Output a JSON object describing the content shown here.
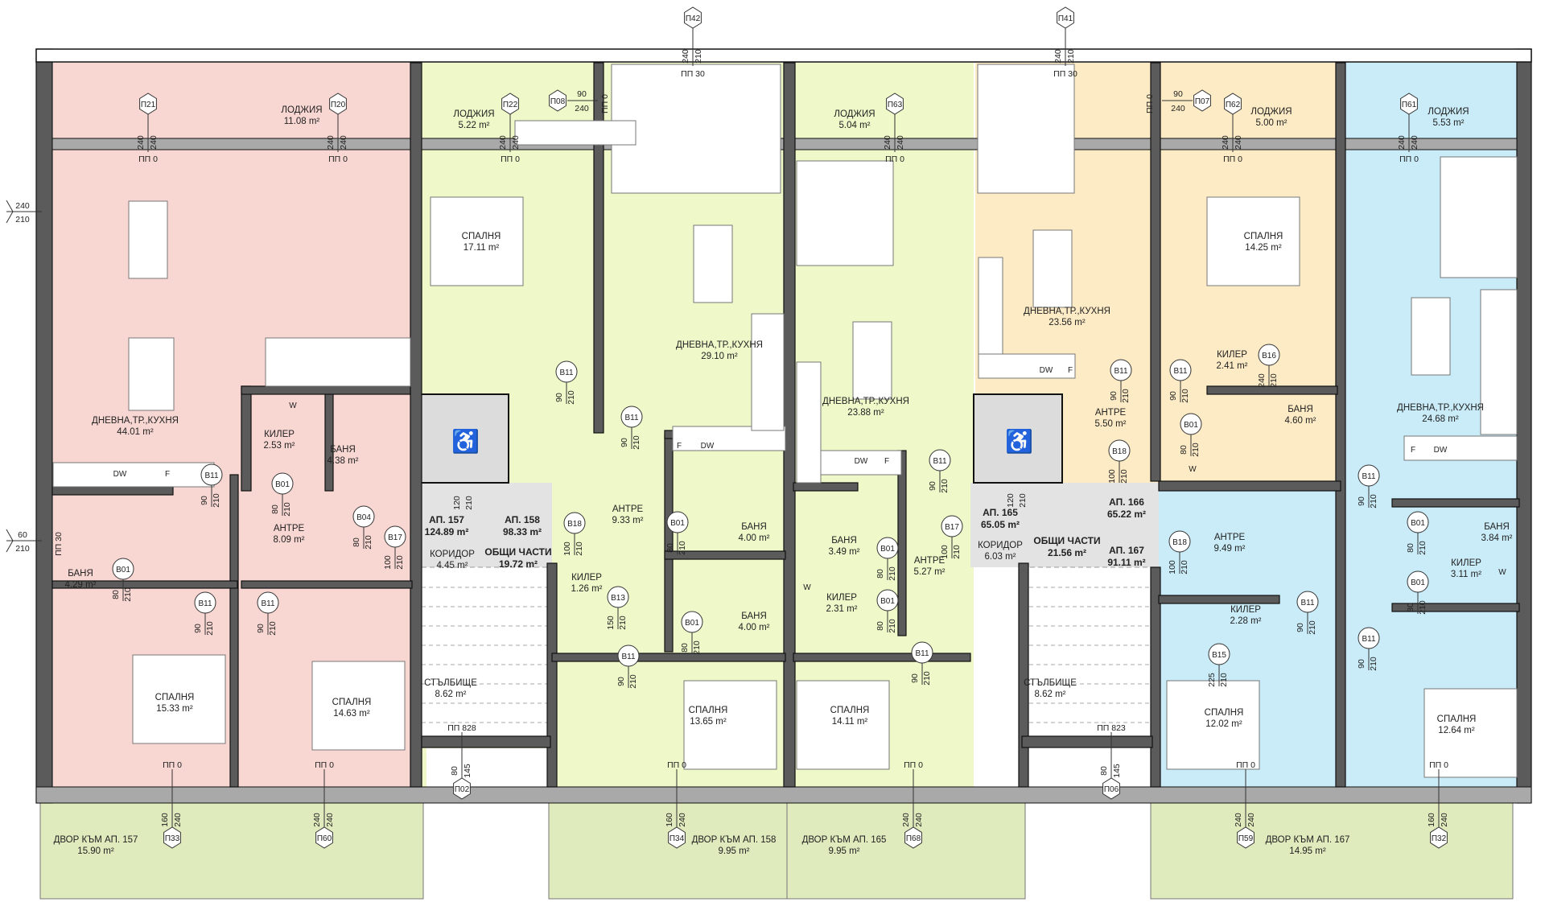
{
  "colors": {
    "apt157": "#f8d7d3",
    "apt158": "#eef8c9",
    "apt165": "#eef8c9",
    "apt166": "#fdebc5",
    "apt167": "#c9ecf8",
    "common": "#e3e3e3",
    "yard": "#dfeabd",
    "wall": "#5b5b5b"
  },
  "rooms": [
    {
      "name": "ЛОДЖИЯ",
      "area": "11.08 m²"
    },
    {
      "name": "ЛОДЖИЯ",
      "area": "5.22 m²"
    },
    {
      "name": "ЛОДЖИЯ",
      "area": "5.04 m²"
    },
    {
      "name": "ЛОДЖИЯ",
      "area": "5.00 m²"
    },
    {
      "name": "ЛОДЖИЯ",
      "area": "5.53 m²"
    },
    {
      "name": "СПАЛНЯ",
      "area": "17.11 m²"
    },
    {
      "name": "ДНЕВНА,ТР.,КУХНЯ",
      "area": "29.10 m²"
    },
    {
      "name": "ДНЕВНА,ТР.,КУХНЯ",
      "area": "23.88 m²"
    },
    {
      "name": "ДНЕВНА,ТР.,КУХНЯ",
      "area": "23.56 m²"
    },
    {
      "name": "СПАЛНЯ",
      "area": "14.25 m²"
    },
    {
      "name": "ДНЕВНА,ТР.,КУХНЯ",
      "area": "24.68 m²"
    },
    {
      "name": "ДНЕВНА,ТР.,КУХНЯ",
      "area": "44.01 m²"
    },
    {
      "name": "КИЛЕР",
      "area": "2.53 m²"
    },
    {
      "name": "БАНЯ",
      "area": "4.38 m²"
    },
    {
      "name": "БАНЯ",
      "area": "4.29 m²"
    },
    {
      "name": "АНТРЕ",
      "area": "8.09 m²"
    },
    {
      "name": "СПАЛНЯ",
      "area": "15.33 m²"
    },
    {
      "name": "СПАЛНЯ",
      "area": "14.63 m²"
    },
    {
      "name": "КОРИДОР",
      "area": "4.45 m²"
    },
    {
      "name": "СТЪЛБИЩЕ",
      "area": "8.62 m²"
    },
    {
      "name": "АНТРЕ",
      "area": "9.33 m²"
    },
    {
      "name": "КИЛЕР",
      "area": "1.26 m²"
    },
    {
      "name": "БАНЯ",
      "area": "4.00 m²"
    },
    {
      "name": "БАНЯ",
      "area": "4.00 m²"
    },
    {
      "name": "СПАЛНЯ",
      "area": "13.65 m²"
    },
    {
      "name": "СПАЛНЯ",
      "area": "14.11 m²"
    },
    {
      "name": "БАНЯ",
      "area": "3.49 m²"
    },
    {
      "name": "АНТРЕ",
      "area": "5.27 m²"
    },
    {
      "name": "КИЛЕР",
      "area": "2.31 m²"
    },
    {
      "name": "КОРИДОР",
      "area": "6.03 m²"
    },
    {
      "name": "СТЪЛБИЩЕ",
      "area": "8.62 m²"
    },
    {
      "name": "АНТРЕ",
      "area": "5.50 m²"
    },
    {
      "name": "КИЛЕР",
      "area": "2.41 m²"
    },
    {
      "name": "БАНЯ",
      "area": "4.60 m²"
    },
    {
      "name": "АНТРЕ",
      "area": "9.49 m²"
    },
    {
      "name": "БАНЯ",
      "area": "3.84 m²"
    },
    {
      "name": "КИЛЕР",
      "area": "3.11 m²"
    },
    {
      "name": "КИЛЕР",
      "area": "2.28 m²"
    },
    {
      "name": "СПАЛНЯ",
      "area": "12.02 m²"
    },
    {
      "name": "СПАЛНЯ",
      "area": "12.64 m²"
    },
    {
      "name": "ДВОР КЪМ АП. 157",
      "area": "15.90 m²"
    },
    {
      "name": "ДВОР КЪМ АП. 158",
      "area": "9.95 m²"
    },
    {
      "name": "ДВОР КЪМ АП. 165",
      "area": "9.95 m²"
    },
    {
      "name": "ДВОР КЪМ АП. 167",
      "area": "14.95 m²"
    }
  ],
  "apartments": [
    {
      "label": "АП. 157",
      "area": "124.89 m²"
    },
    {
      "label": "АП. 158",
      "area": "98.33 m²"
    },
    {
      "label": "АП. 165",
      "area": "65.05 m²"
    },
    {
      "label": "АП. 166",
      "area": "65.22 m²"
    },
    {
      "label": "АП. 167",
      "area": "91.11 m²"
    }
  ],
  "common_areas": [
    {
      "name": "ОБЩИ ЧАСТИ",
      "area": "19.72 m²"
    },
    {
      "name": "ОБЩИ ЧАСТИ",
      "area": "21.56 m²"
    }
  ],
  "window_tags": [
    {
      "id": "П21",
      "dims": [
        "240",
        "240"
      ],
      "sill": "ПП 0"
    },
    {
      "id": "П20",
      "dims": [
        "240",
        "240"
      ],
      "sill": "ПП 0"
    },
    {
      "id": "П22",
      "dims": [
        "240",
        "240"
      ],
      "sill": "ПП 0"
    },
    {
      "id": "П08",
      "dims": [
        "90",
        "240"
      ],
      "sill": "ПП 0"
    },
    {
      "id": "П42",
      "dims": [
        "240",
        "210"
      ],
      "sill": "ПП 30"
    },
    {
      "id": "П63",
      "dims": [
        "240",
        "240"
      ],
      "sill": "ПП 0"
    },
    {
      "id": "П41",
      "dims": [
        "240",
        "210"
      ],
      "sill": "ПП 30"
    },
    {
      "id": "П07",
      "dims": [
        "90",
        "240"
      ],
      "sill": "ПП 0"
    },
    {
      "id": "П62",
      "dims": [
        "240",
        "240"
      ],
      "sill": "ПП 0"
    },
    {
      "id": "П61",
      "dims": [
        "240",
        "240"
      ],
      "sill": "ПП 0"
    },
    {
      "id": "П33",
      "dims": [
        "160",
        "240"
      ],
      "sill": "ПП 0"
    },
    {
      "id": "П60",
      "dims": [
        "240",
        "240"
      ],
      "sill": "ПП 0"
    },
    {
      "id": "П02",
      "dims": [
        "80",
        "145"
      ],
      "sill": "ПП 828"
    },
    {
      "id": "П34",
      "dims": [
        "160",
        "240"
      ],
      "sill": "ПП 0"
    },
    {
      "id": "П68",
      "dims": [
        "240",
        "240"
      ],
      "sill": "ПП 0"
    },
    {
      "id": "П06",
      "dims": [
        "80",
        "145"
      ],
      "sill": "ПП 823"
    },
    {
      "id": "П59",
      "dims": [
        "240",
        "240"
      ],
      "sill": "ПП 0"
    },
    {
      "id": "П32",
      "dims": [
        "160",
        "240"
      ],
      "sill": "ПП 0"
    }
  ],
  "side_windows": [
    {
      "dims": [
        "240",
        "210"
      ],
      "sill": ""
    },
    {
      "dims": [
        "60",
        "210"
      ],
      "sill": "ПП 30"
    }
  ],
  "door_tags": [
    {
      "id": "B11",
      "dims": [
        "90",
        "210"
      ]
    },
    {
      "id": "B11",
      "dims": [
        "90",
        "210"
      ]
    },
    {
      "id": "B11",
      "dims": [
        "90",
        "210"
      ]
    },
    {
      "id": "B01",
      "dims": [
        "80",
        "210"
      ]
    },
    {
      "id": "B04",
      "dims": [
        "80",
        "210"
      ]
    },
    {
      "id": "B17",
      "dims": [
        "100",
        "210"
      ]
    },
    {
      "id": "B18",
      "dims": [
        "100",
        "210"
      ]
    },
    {
      "id": "B01",
      "dims": [
        "80",
        "210"
      ]
    },
    {
      "id": "B01",
      "dims": [
        "80",
        "210"
      ]
    },
    {
      "id": "B11",
      "dims": [
        "90",
        "210"
      ]
    },
    {
      "id": "B11",
      "dims": [
        "90",
        "210"
      ]
    },
    {
      "id": "B13",
      "dims": [
        "150",
        "210"
      ]
    },
    {
      "id": "B11",
      "dims": [
        "90",
        "210"
      ]
    },
    {
      "id": "B01",
      "dims": [
        "80",
        "210"
      ]
    },
    {
      "id": "B11",
      "dims": [
        "90",
        "210"
      ]
    },
    {
      "id": "B17",
      "dims": [
        "100",
        "210"
      ]
    },
    {
      "id": "B01",
      "dims": [
        "80",
        "210"
      ]
    },
    {
      "id": "B01",
      "dims": [
        "80",
        "210"
      ]
    },
    {
      "id": "B11",
      "dims": [
        "90",
        "210"
      ]
    },
    {
      "id": "B11",
      "dims": [
        "90",
        "210"
      ]
    },
    {
      "id": "B11",
      "dims": [
        "90",
        "210"
      ]
    },
    {
      "id": "B16",
      "dims": [
        "240",
        "210"
      ]
    },
    {
      "id": "B01",
      "dims": [
        "80",
        "210"
      ]
    },
    {
      "id": "B18",
      "dims": [
        "100",
        "210"
      ]
    },
    {
      "id": "B18",
      "dims": [
        "100",
        "210"
      ]
    },
    {
      "id": "B11",
      "dims": [
        "90",
        "210"
      ]
    },
    {
      "id": "B01",
      "dims": [
        "80",
        "210"
      ]
    },
    {
      "id": "B01",
      "dims": [
        "80",
        "210"
      ]
    },
    {
      "id": "B11",
      "dims": [
        "90",
        "210"
      ]
    },
    {
      "id": "B11",
      "dims": [
        "90",
        "210"
      ]
    },
    {
      "id": "B15",
      "dims": [
        "225",
        "210"
      ]
    }
  ],
  "elevator_doors": [
    {
      "dims": [
        "120",
        "210"
      ]
    },
    {
      "dims": [
        "120",
        "210"
      ]
    }
  ],
  "appliances": [
    "DW",
    "F",
    "W",
    "F",
    "DW",
    "DW",
    "F",
    "W",
    "DW",
    "F",
    "W",
    "F",
    "DW",
    "W"
  ],
  "icons": [
    "wheelchair-icon",
    "window-tag-hexagon",
    "door-tag-circle"
  ]
}
